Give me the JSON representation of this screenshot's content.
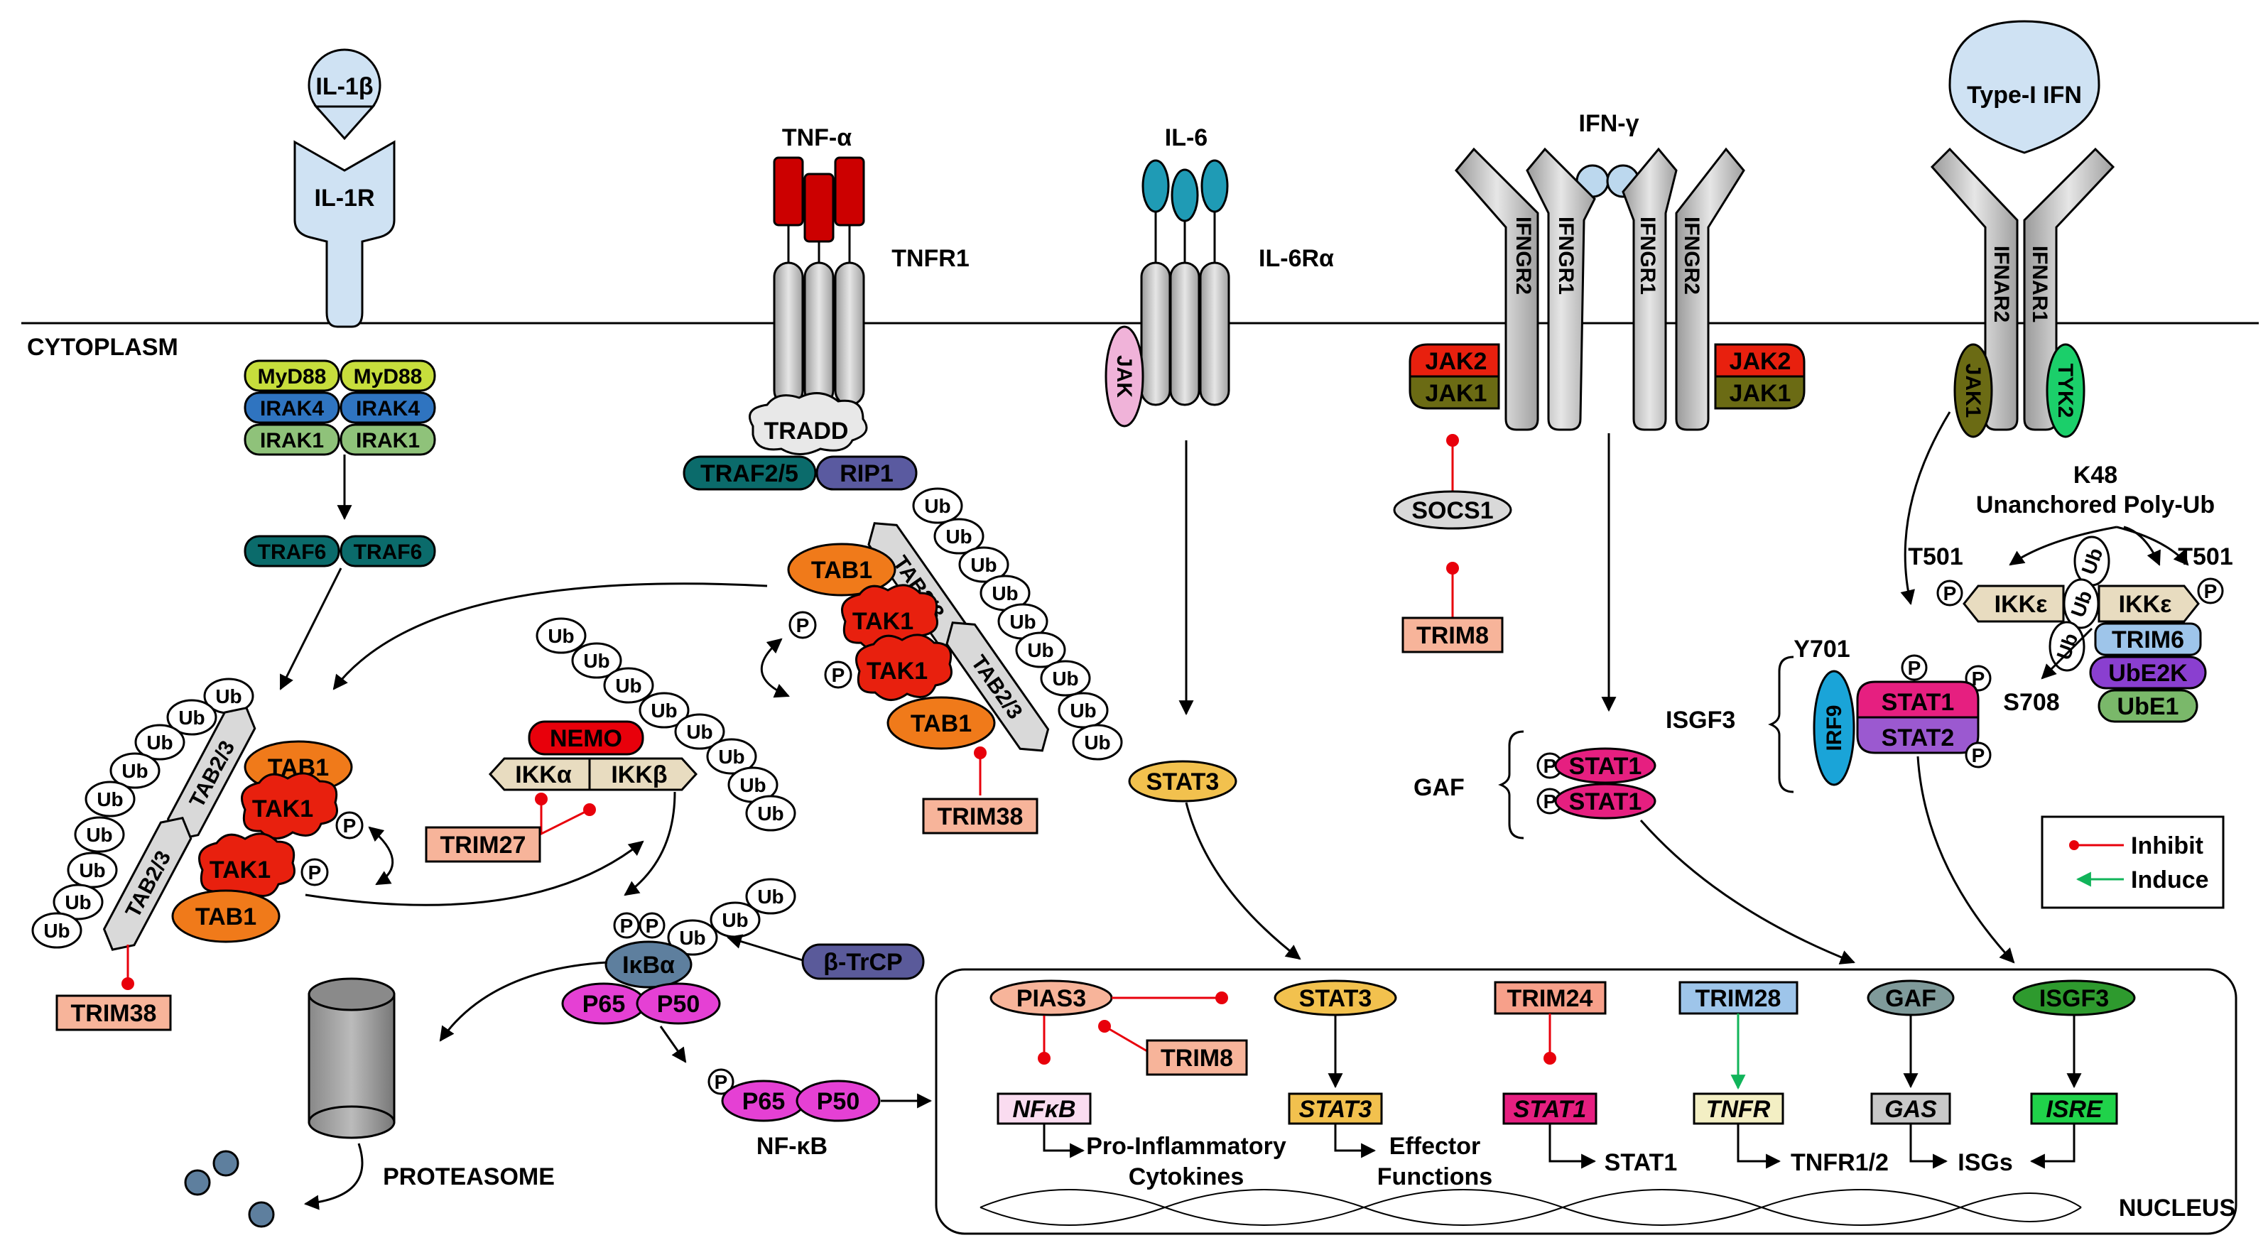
{
  "labels": {
    "il1b": "IL-1β",
    "il1r": "IL-1R",
    "tnfa": "TNF-α",
    "tnfr1": "TNFR1",
    "il6": "IL-6",
    "il6ra": "IL-6Rα",
    "ifng": "IFN-γ",
    "typeI_ifn": "Type-I IFN",
    "cytoplasm": "CYTOPLASM",
    "nucleus": "NUCLEUS",
    "proteasome": "PROTEASOME",
    "nfkb_complex": "NF-κB",
    "ifngr2": "IFNGR2",
    "ifngr1": "IFNGR1",
    "ifnar2": "IFNAR2",
    "ifnar1": "IFNAR1",
    "myd88": "MyD88",
    "irak4": "IRAK4",
    "irak1": "IRAK1",
    "traf6": "TRAF6",
    "tradd": "TRADD",
    "traf25": "TRAF2/5",
    "rip1": "RIP1",
    "tab1": "TAB1",
    "tab23": "TAB2/3",
    "tak1": "TAK1",
    "nemo": "NEMO",
    "ikka": "IKKα",
    "ikkb": "IKKβ",
    "trim27": "TRIM27",
    "trim38": "TRIM38",
    "trim8": "TRIM8",
    "trim6": "TRIM6",
    "trim24": "TRIM24",
    "trim28": "TRIM28",
    "ikba": "IκBα",
    "btrcp": "β-TrCP",
    "p65": "P65",
    "p50": "P50",
    "jak": "JAK",
    "jak1": "JAK1",
    "jak2": "JAK2",
    "tyk2": "TYK2",
    "socs1": "SOCS1",
    "stat1": "STAT1",
    "stat2": "STAT2",
    "stat3": "STAT3",
    "irf9": "IRF9",
    "gaf": "GAF",
    "isgf3": "ISGF3",
    "ikke": "IKKε",
    "ube2k": "UbE2K",
    "ube1": "UbE1",
    "k48": "K48",
    "polyub": "Unanchored Poly-Ub",
    "t501": "T501",
    "y701": "Y701",
    "s708": "S708",
    "pias3": "PIAS3",
    "ub": "Ub",
    "p": "P",
    "gene_nfkb": "NFκB",
    "gene_stat3": "STAT3",
    "gene_stat1": "STAT1",
    "gene_tnfr": "TNFR",
    "gene_gas": "GAS",
    "gene_isre": "ISRE",
    "out_proinf1": "Pro-Inflammatory",
    "out_proinf2": "Cytokines",
    "out_eff1": "Effector",
    "out_eff2": "Functions",
    "out_stat1": "STAT1",
    "out_tnfr12": "TNFR1/2",
    "out_isgs": "ISGs"
  },
  "legend": {
    "inhibit": "Inhibit",
    "induce": "Induce"
  },
  "colors": {
    "receptor_blue": "#cfe2f3",
    "membrane_gray": "#cccccc",
    "tnf_red": "#cc0000",
    "il6_teal": "#1f9bb5",
    "myd88": "#c7de3c",
    "irak4": "#2f74c0",
    "irak1": "#8fc27a",
    "traf_teal": "#0b6b6b",
    "rip1": "#5a5aa0",
    "tab1_orange": "#f07a1a",
    "tak1_red": "#e8200e",
    "nemo_red": "#e8000b",
    "ikk_beige": "#e8dcc0",
    "trim_salmon": "#f7b49a",
    "stat3_gold": "#f2c14e",
    "stat1_pink": "#e61f80",
    "stat2_purple": "#9b59d0",
    "irf9_blue": "#1aa4d8",
    "jak1_olive": "#6b6b14",
    "jak2_red": "#e8200e",
    "tyk2_green": "#1bcf6a",
    "jak_pink": "#f0b3d9",
    "trim6_blue": "#9ec5ea",
    "ube2k_purple": "#8a3fd0",
    "ube1_green": "#7ab86a",
    "ikba_slate": "#5e7f9e",
    "p65_magenta": "#e540d4",
    "btrcp": "#5a5a9a",
    "gaf_gray": "#7f9a9a",
    "isgf3_green": "#2e9a2e",
    "trim28_blue": "#9ec5ea",
    "trim24_salmon": "#f7a08a",
    "inhibit_red": "#e8000b",
    "induce_green": "#11b45a"
  }
}
